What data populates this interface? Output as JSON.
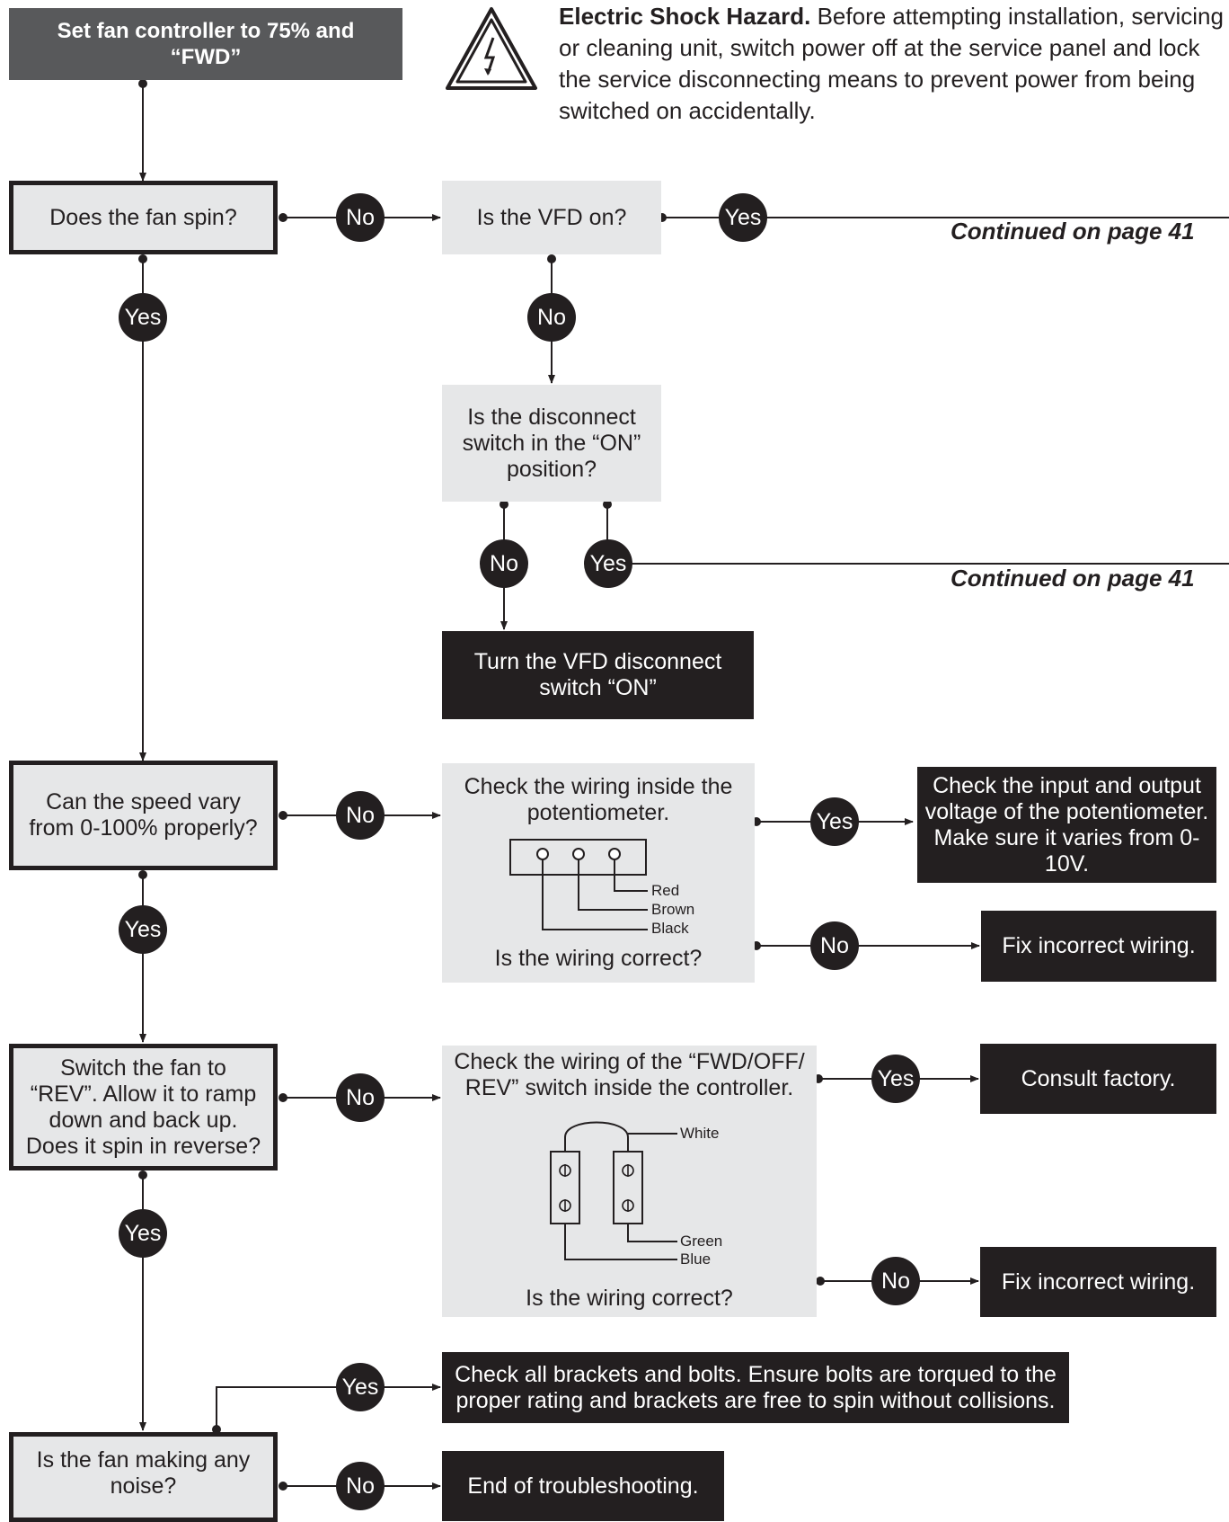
{
  "start": {
    "line1": "Set fan controller to 75% and",
    "line2": "“FWD”"
  },
  "warning": {
    "title": "Electric Shock Hazard.",
    "text": "Before attempting installation, servicing or cleaning unit, switch power off at the service panel and lock the service disconnecting means to prevent power from being switched on accidentally."
  },
  "q_spin": "Does the fan spin?",
  "q_vfd": "Is the VFD on?",
  "q_disconnect": "Is the disconnect switch in the “ON” position?",
  "act_turn_on": "Turn the VFD disconnect switch “ON”",
  "continued_1": "Continued on page 41",
  "continued_2": "Continued on page 41",
  "q_speed": "Can the speed vary from 0-100% properly?",
  "pot_box": {
    "title": "Check the wiring inside the potentiometer.",
    "question": "Is the wiring correct?",
    "wires": [
      "Red",
      "Brown",
      "Black"
    ]
  },
  "act_check_voltage": "Check the input and output voltage of the potentiometer. Make sure it varies from 0-10V.",
  "act_fix_wiring_1": "Fix incorrect wiring.",
  "q_reverse": "Switch the fan to “REV”. Allow it to ramp down and back up. Does it spin in reverse?",
  "switch_box": {
    "title": "Check the wiring of the “FWD/OFF/ REV” switch inside the controller.",
    "question": "Is the wiring correct?",
    "wires": [
      "White",
      "Green",
      "Blue"
    ]
  },
  "act_consult": "Consult factory.",
  "act_fix_wiring_2": "Fix incorrect wiring.",
  "q_noise": "Is the fan making any noise?",
  "act_brackets": "Check all brackets and bolts. Ensure bolts are torqued to the proper rating and brackets are free to spin without collisions.",
  "act_end": "End of troubleshooting.",
  "labels": {
    "yes": "Yes",
    "no": "No"
  },
  "colors": {
    "dark": "#231f20",
    "light_fill": "#e6e7e8",
    "start_fill": "#58595b"
  }
}
